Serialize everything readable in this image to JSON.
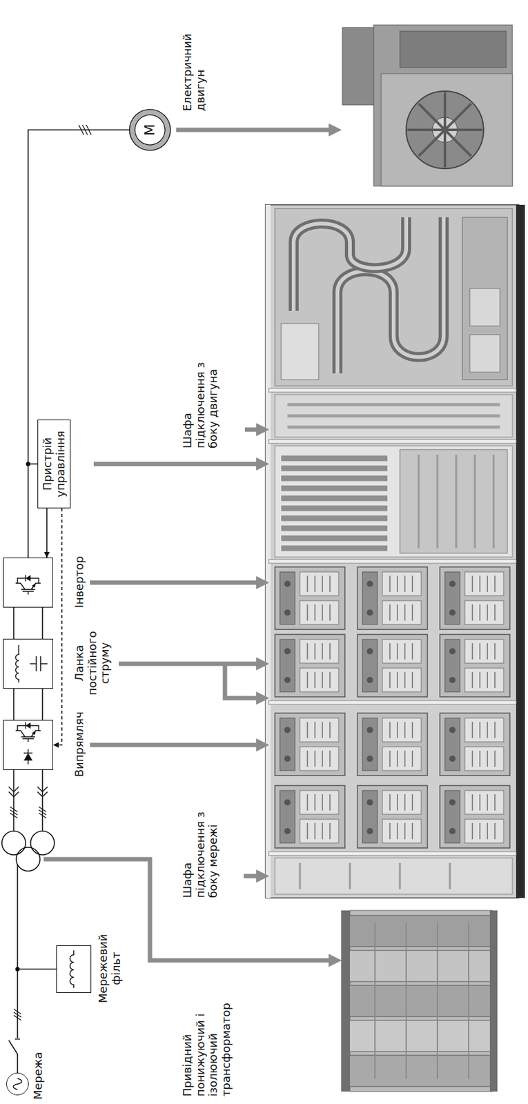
{
  "diagram": {
    "nodes": [
      {
        "text": [
          "Мережа"
        ]
      },
      {
        "text": [
          "Мережевий фільт"
        ]
      },
      {
        "text": [
          "Випрямляч"
        ]
      },
      {
        "text": [
          "Ланка постійного струму"
        ]
      },
      {
        "text": [
          "Інвертор"
        ]
      },
      {
        "text": [
          "Пристрій управління"
        ]
      },
      {
        "text": [
          "M"
        ]
      }
    ],
    "edges": [
      {
        "from": 0,
        "to": 1,
        "arrow": "none"
      },
      {
        "from": 2,
        "to": 3,
        "arrow": "none"
      },
      {
        "from": 3,
        "to": 4,
        "arrow": "none"
      },
      {
        "from": 4,
        "to": 6,
        "arrow": "none"
      },
      {
        "from": 5,
        "to": 4,
        "arrow": "to"
      },
      {
        "from": 5,
        "to": 2,
        "arrow": "to"
      }
    ],
    "labels": [
      "Привідний понижуючий і ізолюючий трансформатор",
      "Шафа підключення з боку мережі",
      "Шафа підключення з боку двигуна",
      "Електричний двигун"
    ]
  }
}
